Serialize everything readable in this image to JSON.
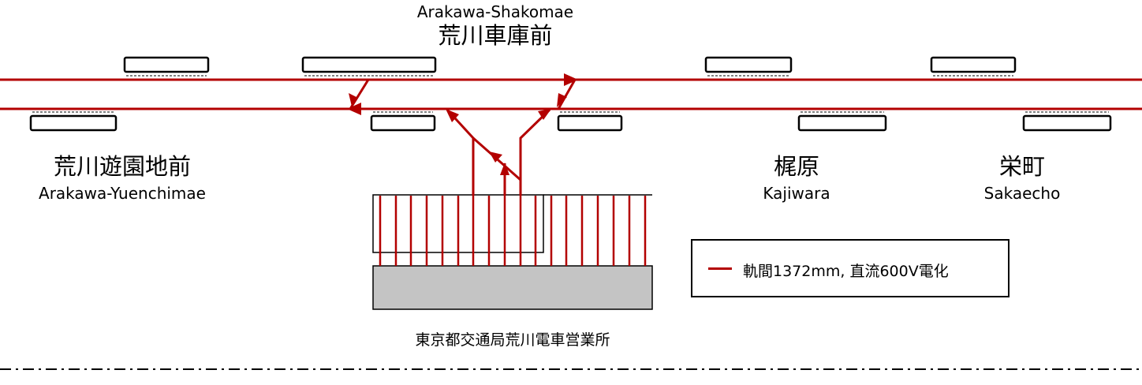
{
  "colors": {
    "track": "#b30000",
    "platform_border": "#000000",
    "depot_building": "#c4c4c4"
  },
  "stations": [
    {
      "ja": "荒川遊園地前",
      "en": "Arakawa-Yuenchimae"
    },
    {
      "ja": "荒川車庫前",
      "en": "Arakawa-Shakomae"
    },
    {
      "ja": "梶原",
      "en": "Kajiwara"
    },
    {
      "ja": "栄町",
      "en": "Sakaecho"
    }
  ],
  "depot": {
    "name": "東京都交通局荒川電車営業所"
  },
  "legend": {
    "text": "軌間1372mm, 直流600V電化"
  }
}
